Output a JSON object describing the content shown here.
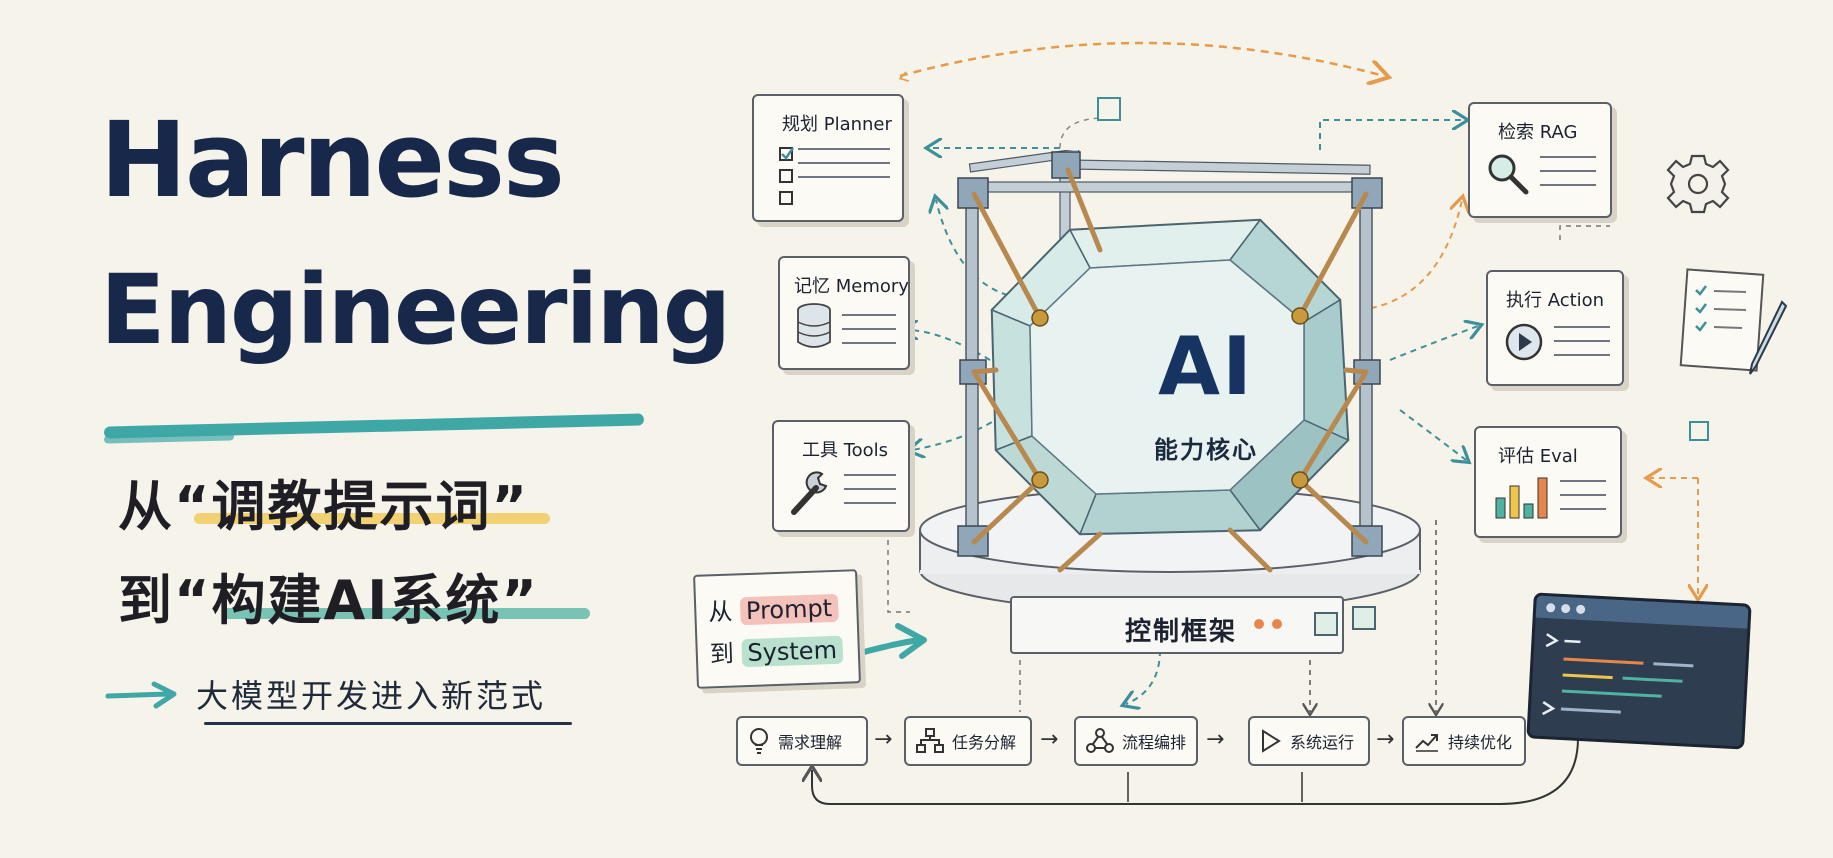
{
  "headline": {
    "line1": "Harness",
    "line2": "Engineering"
  },
  "tagline": {
    "line1": "从“调教提示词”",
    "line2": "到“构建AI系统”"
  },
  "subtitle": "大模型开发进入新范式",
  "core": {
    "label": "AI",
    "caption": "能力核心",
    "frame_label": "控制框架"
  },
  "modules": {
    "planner": "规划 Planner",
    "memory": "记忆 Memory",
    "tools": "工具 Tools",
    "rag": "检索 RAG",
    "action": "执行 Action",
    "eval": "评估 Eval"
  },
  "note": {
    "from": "从",
    "prompt": "Prompt",
    "to": "到",
    "system": "System"
  },
  "pipeline": [
    {
      "label": "需求理解",
      "icon": "lightbulb-icon"
    },
    {
      "label": "任务分解",
      "icon": "hierarchy-icon"
    },
    {
      "label": "流程编排",
      "icon": "flow-nodes-icon"
    },
    {
      "label": "系统运行",
      "icon": "play-icon"
    },
    {
      "label": "持续优化",
      "icon": "trend-up-icon"
    }
  ],
  "colors": {
    "navy": "#18284a",
    "teal": "#3fa7a6",
    "yellow": "#f0c64a",
    "orange_dash": "#e59a4c",
    "paper": "#f6f3ea",
    "ink": "#5a5f68"
  }
}
